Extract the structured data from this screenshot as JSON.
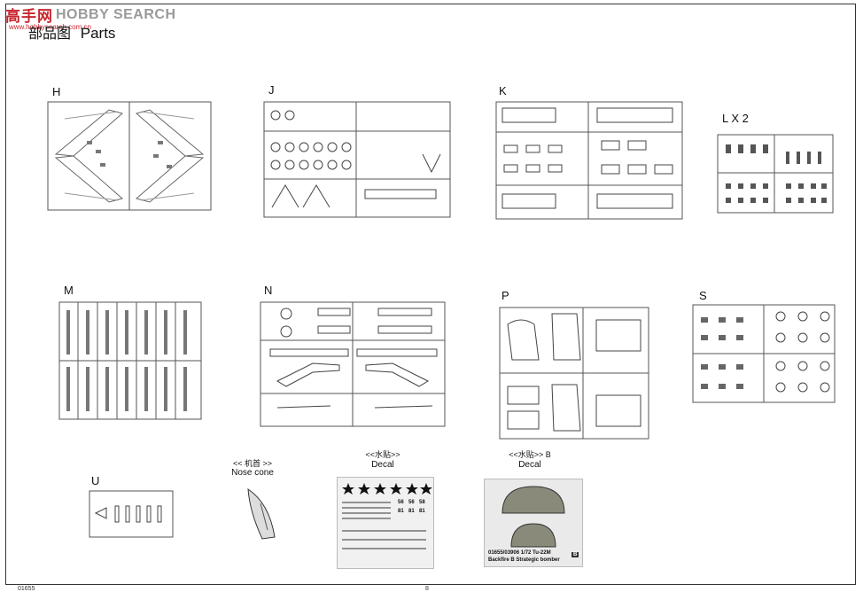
{
  "watermark": {
    "logo": "高手网",
    "site": "HOBBY SEARCH",
    "url": "www.hobbysearch.com.cn"
  },
  "title": {
    "cn": "部品图",
    "en": "Parts"
  },
  "sprues": [
    {
      "id": "H"
    },
    {
      "id": "J"
    },
    {
      "id": "K"
    },
    {
      "id": "LX2",
      "label": "L X 2"
    },
    {
      "id": "M"
    },
    {
      "id": "N"
    },
    {
      "id": "P"
    },
    {
      "id": "S"
    },
    {
      "id": "U"
    }
  ],
  "nosecone": {
    "cn": "<< 机首 >>",
    "en": "Nose cone"
  },
  "decal_a": {
    "cn": "<<水贴>>",
    "en": "Decal",
    "numbers": [
      "56",
      "56",
      "58",
      "81",
      "81",
      "81"
    ]
  },
  "decal_b": {
    "cn": "<<水贴>> B",
    "en": "Decal",
    "code": "01655/03906  1/72 Tu-22M",
    "name": "Backfire B Strategic bomber",
    "tag": "B"
  },
  "footer": {
    "left": "01655",
    "right": "8"
  }
}
